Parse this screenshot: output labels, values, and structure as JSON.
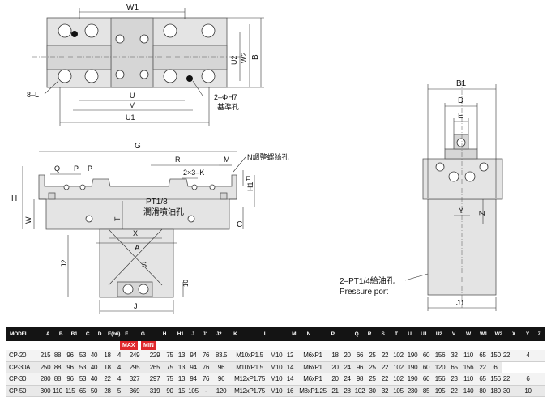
{
  "labels": {
    "W1": "W1",
    "U2": "U2",
    "W2": "W2",
    "B": "B",
    "L8": "8–L",
    "U": "U",
    "V": "V",
    "U1": "U1",
    "H7_1": "2–ΦH7",
    "H7_2": "基準孔",
    "G": "G",
    "R": "R",
    "M": "M",
    "N": "N調整螺絲孔",
    "Q": "Q",
    "P1": "P",
    "P2": "P",
    "K": "2×3–K",
    "F": "F",
    "H": "H",
    "H1": "H1",
    "W": "W",
    "PT1": "PT1/8",
    "PT2": "潤滑噴油孔",
    "T": "T",
    "C": "C",
    "X": "X",
    "A": "A",
    "S": "S",
    "J2": "J2",
    "ten": "10",
    "J": "J",
    "B1": "B1",
    "D": "D",
    "E": "E",
    "Y": "Y",
    "Z": "Z",
    "port1": "2–PT1/4給油孔",
    "port2": "Pressure port",
    "J1": "J1"
  },
  "tags": {
    "max": "MAX",
    "min": "MIN"
  },
  "spec_table": {
    "headers": [
      "MODEL",
      "A",
      "B",
      "B1",
      "C",
      "D",
      "E(h6)",
      "F",
      "G",
      "H",
      "H1",
      "J",
      "J1",
      "J2",
      "K",
      "L",
      "M",
      "N",
      "P",
      "Q",
      "R",
      "S",
      "T",
      "U",
      "U1",
      "U2",
      "V",
      "W",
      "W1",
      "W2",
      "X",
      "Y",
      "Z"
    ],
    "rows": [
      [
        "CP-20",
        "215",
        "88",
        "96",
        "53",
        "40",
        "18",
        "4",
        "249",
        "229",
        "75",
        "13",
        "94",
        "76",
        "83.5",
        "M10xP1.5",
        "M10",
        "12",
        "M6xP1",
        "18",
        "20",
        "66",
        "25",
        "22",
        "102",
        "190",
        "60",
        "156",
        "32",
        "110",
        "65",
        "150",
        "22",
        "4"
      ],
      [
        "CP-30A",
        "250",
        "88",
        "96",
        "53",
        "40",
        "18",
        "4",
        "295",
        "265",
        "75",
        "13",
        "94",
        "76",
        "96",
        "M10xP1.5",
        "M10",
        "14",
        "M6xP1",
        "20",
        "24",
        "96",
        "25",
        "22",
        "102",
        "190",
        "60",
        "120",
        "65",
        "156",
        "22",
        "6"
      ],
      [
        "CP-30",
        "280",
        "88",
        "96",
        "53",
        "40",
        "22",
        "4",
        "327",
        "297",
        "75",
        "13",
        "94",
        "76",
        "96",
        "M12xP1.75",
        "M10",
        "14",
        "M6xP1",
        "20",
        "24",
        "98",
        "25",
        "22",
        "102",
        "190",
        "60",
        "156",
        "23",
        "110",
        "65",
        "156",
        "22",
        "6"
      ],
      [
        "CP-50",
        "300",
        "110",
        "115",
        "65",
        "50",
        "28",
        "5",
        "369",
        "319",
        "90",
        "15",
        "105",
        "-",
        "120",
        "M12xP1.75",
        "M10",
        "16",
        "M8xP1.25",
        "21",
        "28",
        "102",
        "30",
        "32",
        "105",
        "230",
        "85",
        "195",
        "22",
        "140",
        "80",
        "180",
        "30",
        "10"
      ]
    ]
  }
}
